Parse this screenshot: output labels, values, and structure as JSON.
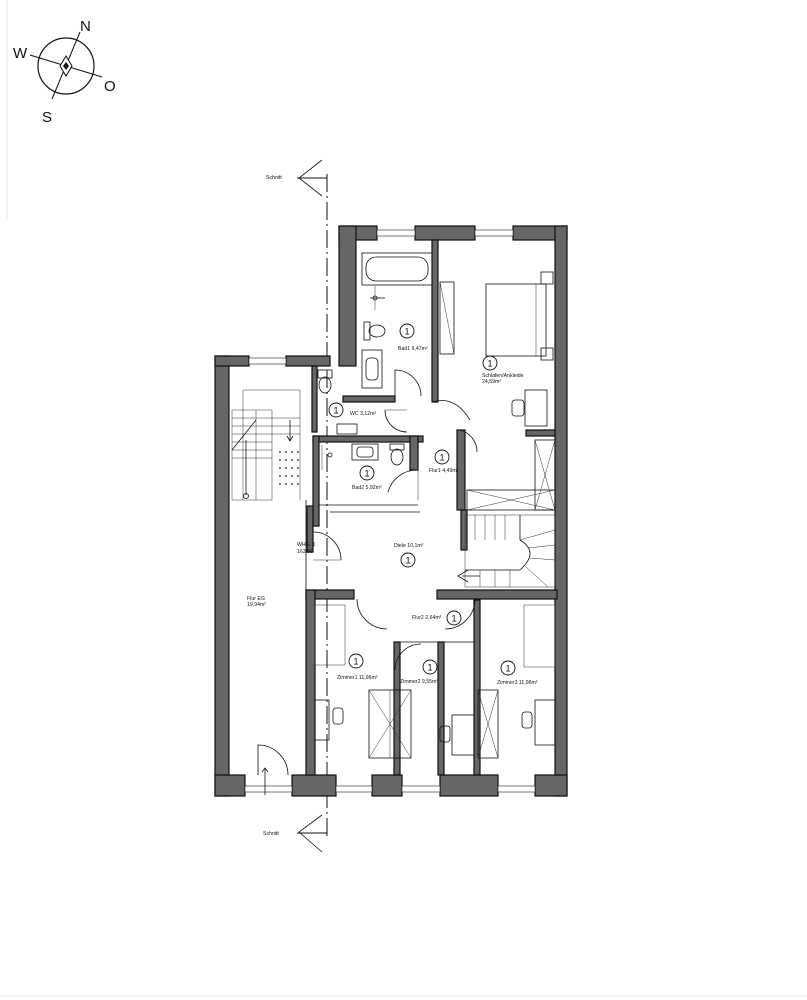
{
  "compass": {
    "north": "N",
    "west": "W",
    "east": "O",
    "south": "S"
  },
  "section_marks": {
    "top": "Schnitt",
    "bottom": "Schnitt"
  },
  "rooms": {
    "bad1": "Bad1 9,47m²",
    "schlafen": "Schlafen/Ankleide",
    "schlafen_area": "24,59m²",
    "wc": "WC 3,12m²",
    "bad2": "Bad2 5,92m²",
    "flur1": "Flur1 4,49m²",
    "whg": "WHG. 1",
    "whg_area": "163,56",
    "diele": "Diele 10,1m²",
    "flur_eg": "Flur EG",
    "flur_eg_area": "19,94m²",
    "flur2": "Flur2 2,64m²",
    "zimmer1": "Zimmer1 11,96m²",
    "zimmer2": "Zimmer2 9,55m²",
    "zimmer3": "Zimmer3 11,96m²"
  },
  "room_marker": "1",
  "colors": {
    "wall": "#666666",
    "line": "#111111"
  }
}
